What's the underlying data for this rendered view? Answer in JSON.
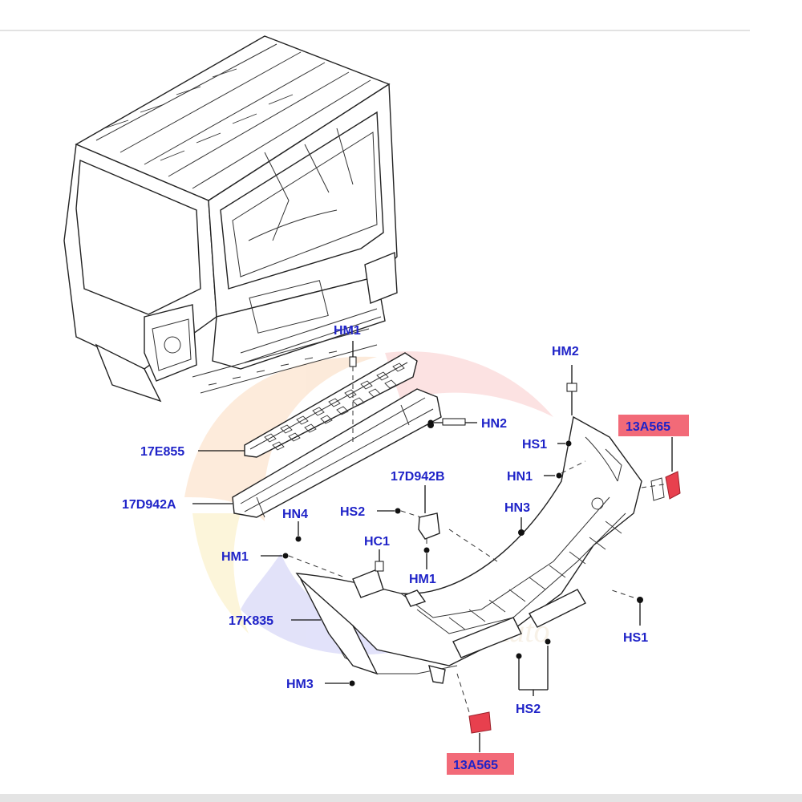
{
  "watermark": {
    "text": "Auto"
  },
  "labels": {
    "hm1_top": "HM1",
    "hm2": "HM2",
    "hn2": "HN2",
    "e855": "17E855",
    "hs1_upper": "HS1",
    "hn1": "HN1",
    "d942b": "17D942B",
    "d942a": "17D942A",
    "hn4": "HN4",
    "hs2_upper": "HS2",
    "hn3": "HN3",
    "hc1": "HC1",
    "hm1_left": "HM1",
    "hm1_mid": "HM1",
    "k835": "17K835",
    "hs1_lower": "HS1",
    "hm3": "HM3",
    "hs2_lower": "HS2",
    "a565_right": "13A565",
    "a565_bottom": "13A565"
  },
  "colors": {
    "label": "#1f23c8",
    "highlight": "#f26a78",
    "line": "#111111",
    "reflector": "#e8404e"
  }
}
